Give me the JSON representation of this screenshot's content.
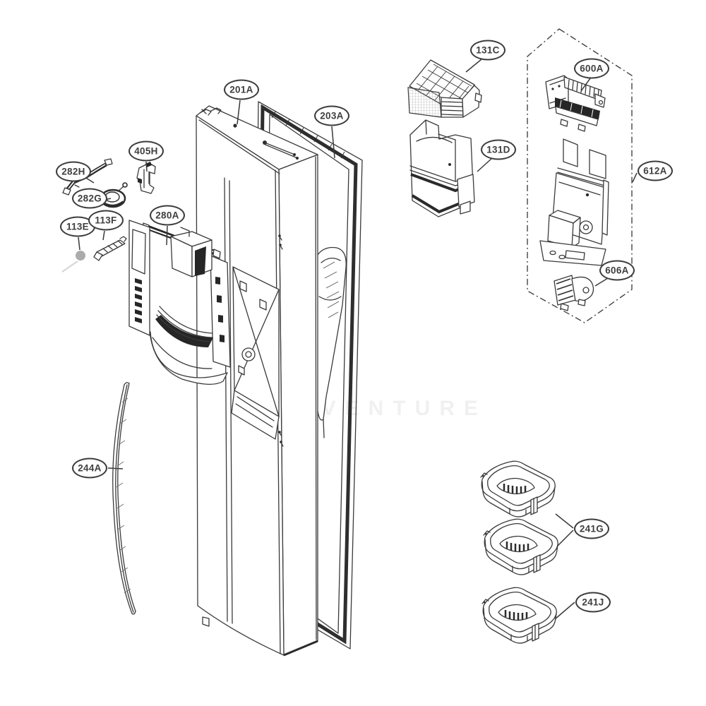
{
  "diagram": {
    "watermark": "LEADVENTURE",
    "colors": {
      "line": "#3a3a3a",
      "dark_fill": "#262626",
      "label_border": "#3c3c3c",
      "label_text": "#3f3f3f",
      "grommet_gray": "#ababab"
    },
    "callouts": [
      {
        "label": "201A"
      },
      {
        "label": "203A"
      },
      {
        "label": "405H"
      },
      {
        "label": "282H"
      },
      {
        "label": "282G"
      },
      {
        "label": "280A"
      },
      {
        "label": "113E"
      },
      {
        "label": "113F"
      },
      {
        "label": "244A"
      },
      {
        "label": "131C"
      },
      {
        "label": "131D"
      },
      {
        "label": "600A"
      },
      {
        "label": "612A"
      },
      {
        "label": "606A"
      },
      {
        "label": "241G"
      },
      {
        "label": "241J"
      }
    ]
  }
}
